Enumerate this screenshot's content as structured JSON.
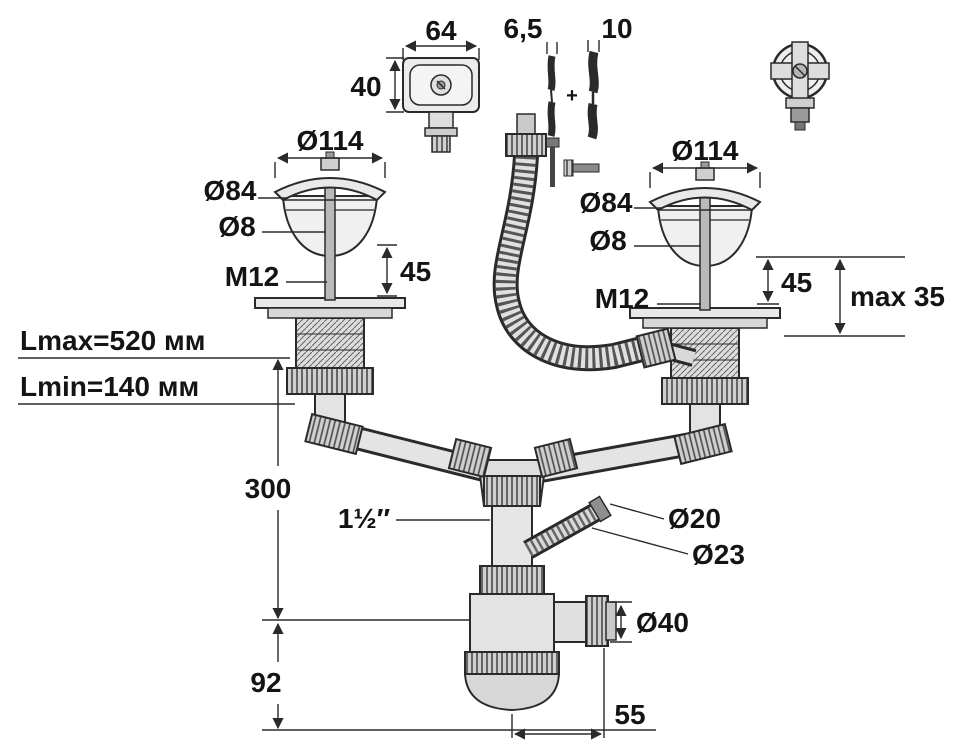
{
  "meta": {
    "kind": "technical-dimension-drawing",
    "subject": "double-bowl kitchen sink strainer and bottle-trap siphon with overflow kit"
  },
  "palette": {
    "line": "#2a2a2a",
    "fill_light": "#ececec",
    "bg": "#ffffff"
  },
  "overflow_box": {
    "dim_width": "64",
    "dim_height": "40"
  },
  "fasteners": {
    "screw_small": "6,5",
    "screw_large": "10",
    "plus": "+"
  },
  "strainer_left": {
    "dia_cap": "Ø114",
    "dia_body": "Ø84",
    "dia_screw": "Ø8",
    "thread": "M12",
    "height": "45"
  },
  "strainer_right": {
    "dia_cap": "Ø114",
    "dia_body": "Ø84",
    "dia_screw": "Ø8",
    "thread": "M12",
    "height": "45",
    "deck_max": "max 35"
  },
  "overflow_hose": {
    "lmax": "Lmax=520 мм",
    "lmin": "Lmin=140 мм"
  },
  "siphon": {
    "pipe_thread": "1½″",
    "hose_tip_od": "Ø20",
    "hose_tip_base": "Ø23",
    "outlet": "Ø40"
  },
  "dims": {
    "height_total": "300",
    "height_outlet": "92",
    "offset_outlet": "55"
  }
}
